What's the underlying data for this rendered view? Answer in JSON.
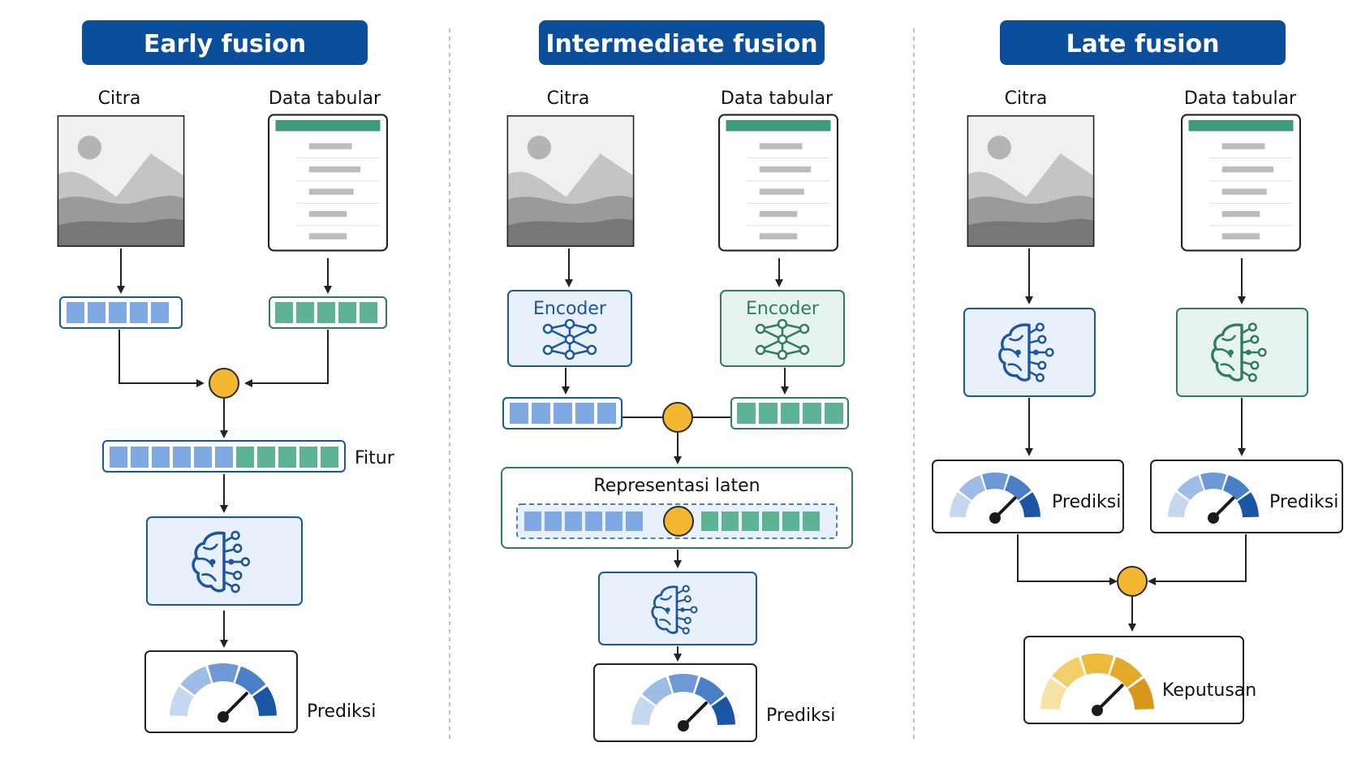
{
  "colors": {
    "title_bg": "#0b4f9c",
    "blue_fill": "#e8f0fb",
    "blue_stroke": "#1b56a4",
    "blue_cell": "#7fa9e3",
    "green_fill": "#e6f3ee",
    "green_stroke": "#2e7d62",
    "green_cell": "#5db394",
    "fusion_node": "#f4b733",
    "gold_gauge": "#e2aa26"
  },
  "early": {
    "title": "Early fusion",
    "image_label": "Citra",
    "table_label": "Data tabular",
    "features_label": "Fitur",
    "prediction_label": "Prediksi"
  },
  "intermediate": {
    "title": "Intermediate fusion",
    "image_label": "Citra",
    "table_label": "Data tabular",
    "encoder_image_label": "Encoder",
    "encoder_table_label": "Encoder",
    "latent_label": "Representasi laten",
    "prediction_label": "Prediksi"
  },
  "late": {
    "title": "Late fusion",
    "image_label": "Citra",
    "table_label": "Data tabular",
    "prediction_image_label": "Prediksi",
    "prediction_table_label": "Prediksi",
    "decision_label": "Keputusan"
  },
  "table_row_icons": [
    "user-icon",
    "calendar-icon",
    "location-pin-icon",
    "dollar-icon",
    "bar-chart-icon"
  ]
}
